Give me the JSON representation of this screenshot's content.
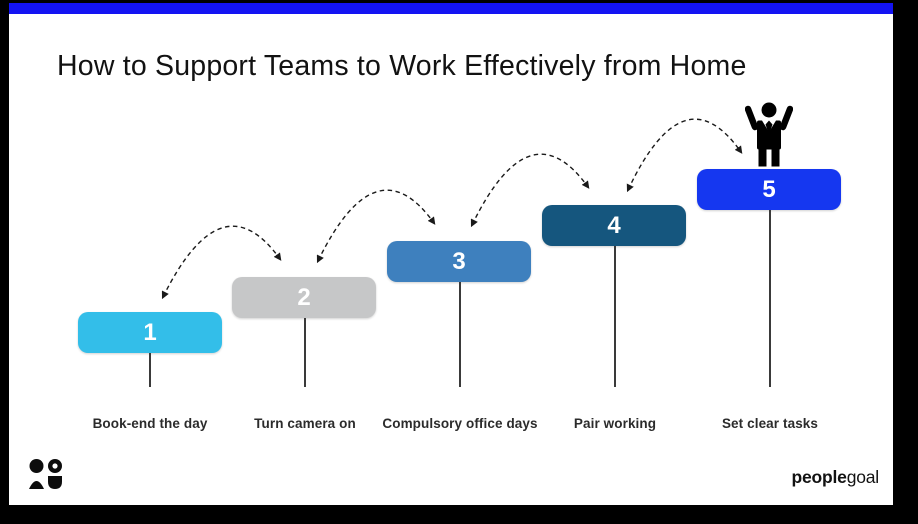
{
  "title": "How to Support Teams to Work Effectively from Home",
  "accent": {
    "bar_color": "#1313F2"
  },
  "steps": [
    {
      "number": "1",
      "label": "Book-end the day",
      "color": "#33BEE9"
    },
    {
      "number": "2",
      "label": "Turn camera on",
      "color": "#C6C7C8"
    },
    {
      "number": "3",
      "label": "Compulsory office days",
      "color": "#3E80BE"
    },
    {
      "number": "4",
      "label": "Pair working",
      "color": "#15567E"
    },
    {
      "number": "5",
      "label": "Set clear tasks",
      "color": "#1537F0"
    }
  ],
  "icons": {
    "celebrating_person": "person-with-raised-arms-icon",
    "brand_mark": "two-people-icon"
  },
  "footer": {
    "brand_bold": "people",
    "brand_regular": "goal"
  }
}
